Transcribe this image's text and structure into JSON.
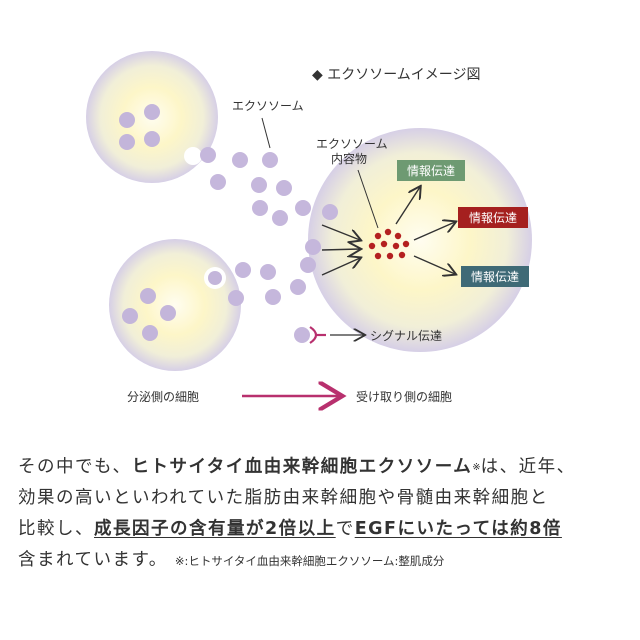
{
  "diagram": {
    "title": "◆ エクソソームイメージ図",
    "label_exosome": "エクソソーム",
    "label_content_line1": "エクソソーム",
    "label_content_line2": "内容物",
    "badges": [
      {
        "text": "情報伝達",
        "color": "#6e9a72"
      },
      {
        "text": "情報伝達",
        "color": "#a5201f"
      },
      {
        "text": "情報伝達",
        "color": "#3f6a76"
      }
    ],
    "label_signal": "シグナル伝達",
    "label_secreting": "分泌側の細胞",
    "label_receiving": "受け取り側の細胞",
    "colors": {
      "vesicle": "#c5b7dc",
      "cell_core": "#fffbe0",
      "cell_glow": "#f4ec9c",
      "cell_rim": "#d0c8e8",
      "content_dot": "#b42020",
      "main_arrow": "#b8306e"
    }
  },
  "text": {
    "l1_a": "その中でも、",
    "l1_b": "ヒトサイタイ血由来幹細胞エクソソーム",
    "l1_sup": "※",
    "l1_c": "は、近年、",
    "l2": "効果の高いといわれていた脂肪由来幹細胞や骨髄由来幹細胞と",
    "l3_a": "比較し、",
    "l3_b": "成長因子の含有量が2倍以上",
    "l3_c": "で",
    "l3_d": "EGFにいたっては約8倍",
    "l4": "含まれています。",
    "note": "※:ヒトサイタイ血由来幹細胞エクソソーム:整肌成分"
  }
}
